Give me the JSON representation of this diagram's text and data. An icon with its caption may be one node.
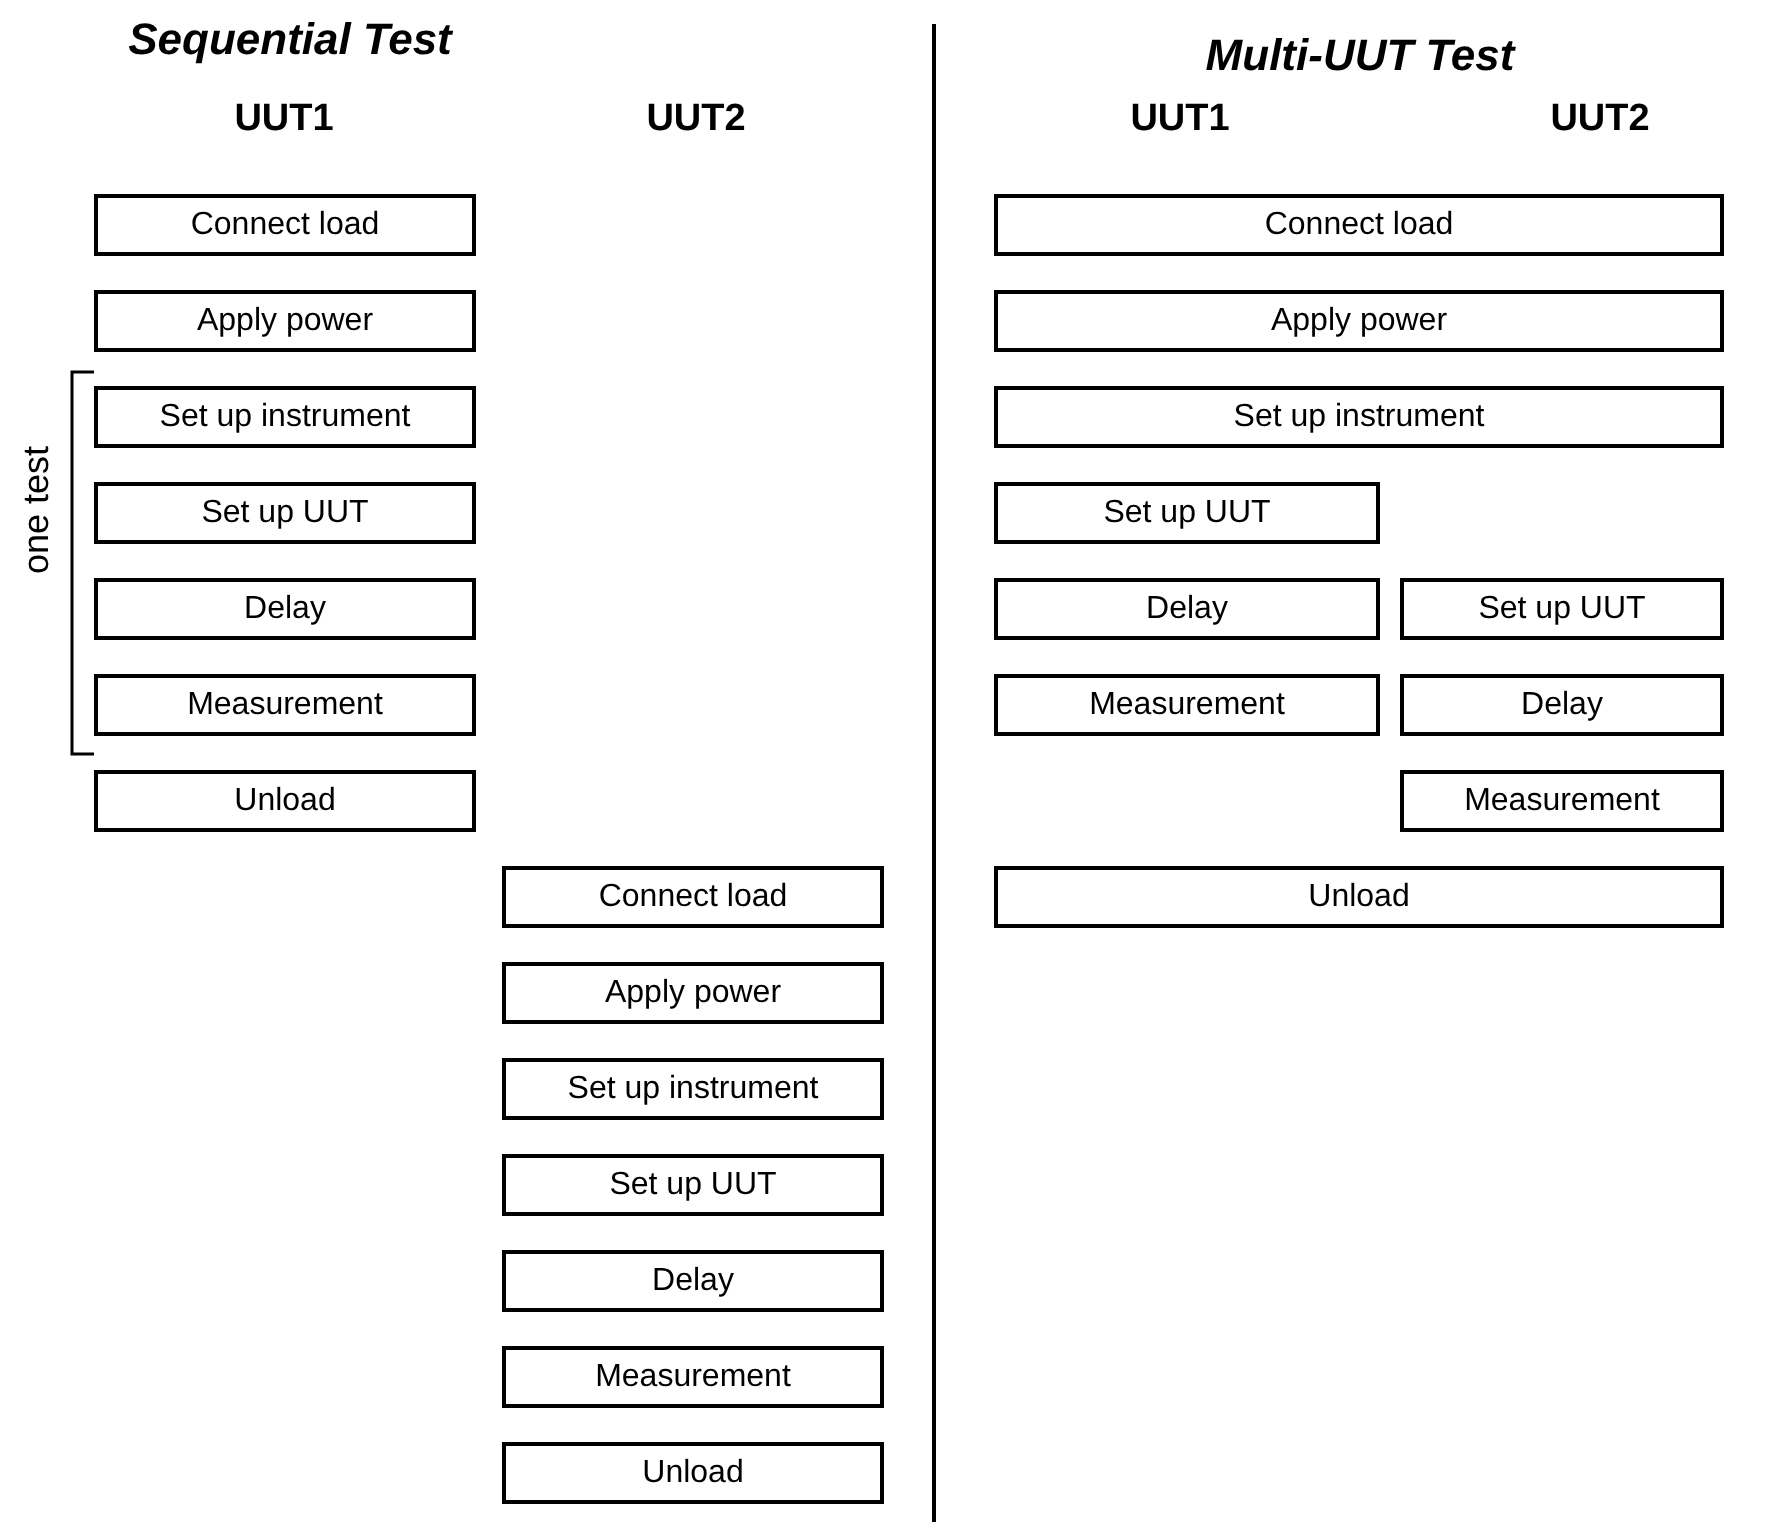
{
  "diagram": {
    "nodes": [
      {
        "text": [
          "Connect load"
        ]
      },
      {
        "text": [
          "Apply power"
        ]
      },
      {
        "text": [
          "Set up instrument"
        ]
      },
      {
        "text": [
          "Set up UUT"
        ]
      },
      {
        "text": [
          "Delay"
        ]
      },
      {
        "text": [
          "Measurement"
        ]
      },
      {
        "text": [
          "Unload"
        ]
      },
      {
        "text": [
          "Connect load"
        ]
      },
      {
        "text": [
          "Apply power"
        ]
      },
      {
        "text": [
          "Set up instrument"
        ]
      },
      {
        "text": [
          "Set up UUT"
        ]
      },
      {
        "text": [
          "Delay"
        ]
      },
      {
        "text": [
          "Measurement"
        ]
      },
      {
        "text": [
          "Unload"
        ]
      },
      {
        "text": [
          "Connect load"
        ]
      },
      {
        "text": [
          "Apply power"
        ]
      },
      {
        "text": [
          "Set up instrument"
        ]
      },
      {
        "text": [
          "Set up UUT"
        ]
      },
      {
        "text": [
          "Delay"
        ]
      },
      {
        "text": [
          "Set up UUT"
        ]
      },
      {
        "text": [
          "Measurement"
        ]
      },
      {
        "text": [
          "Delay"
        ]
      },
      {
        "text": [
          "Measurement"
        ]
      },
      {
        "text": [
          "Unload"
        ]
      }
    ],
    "labels": [
      "Sequential Test",
      "Multi-UUT Test",
      "UUT1",
      "UUT2",
      "UUT1",
      "UUT2",
      "one test"
    ]
  }
}
